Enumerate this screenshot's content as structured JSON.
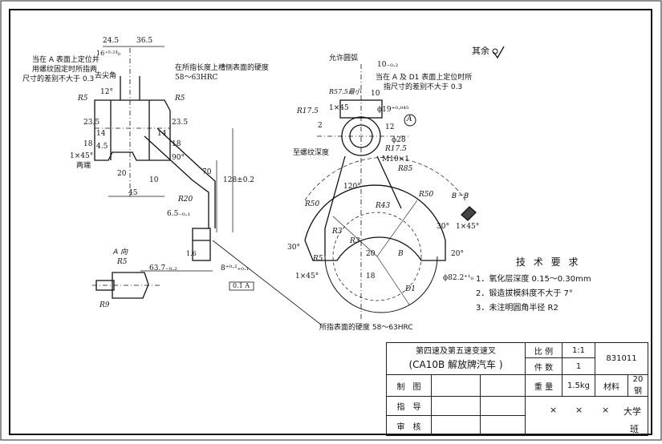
{
  "labels": {
    "roughness_rest": "其余",
    "note_left_a": "当在 A 表面上定位并",
    "note_left_b": "用螺纹固定时所指两",
    "note_left_c": "尺寸的差别不大于 0.3",
    "note_groove_a": "在所指长度上槽侧表面的硬度",
    "note_groove_b": "58～63HRC",
    "note_right_a": "当在 A 及 D1 表面上定位时所",
    "note_right_b": "指尺寸的差别不大于 0.3",
    "allow_arc": "允许圆弧",
    "thread_depth": "至螺纹深度",
    "deburr": "去尖角",
    "both_ends": "两端",
    "hardness_bottom": "所指表面的硬度 58～63HRC",
    "view_a": "A 向",
    "section_bb": "B－B"
  },
  "dims_left": {
    "d24_5": "24.5",
    "d36_5": "36.5",
    "d16": "16⁺⁰·²⁴₀",
    "d12deg": "12°",
    "r5a": "R5",
    "r5b": "R5",
    "d23_5a": "23.5",
    "d23_5b": "23.5",
    "d14a": "14",
    "d14b": "14",
    "d18a": "18",
    "d18b": "18",
    "d4_5": "4.5",
    "chamfer": "1×45°",
    "d20": "20",
    "d45": "45",
    "d10": "10",
    "d90": "90°",
    "d70": "70",
    "d128": "128±0.2",
    "r20": "R20",
    "d6_5": "6.5₋₀.₁",
    "d1_6": "1.6",
    "d8": "8⁺⁰·²₊₀.₁",
    "d63_7": "63.7₋₀.₂",
    "r5c": "R5",
    "r9": "R9",
    "tol": "0.1 A"
  },
  "dims_right": {
    "d10": "10₋₀.₂",
    "r57_5": "R57.5最小",
    "d10v": "10",
    "r17_5a": "R17.5",
    "x45": "1×45",
    "d2": "2",
    "d19": "ϕ19⁺⁰·⁰⁴⁵",
    "datum_a": "A",
    "d12": "12",
    "d28": "ϕ28",
    "r17_5b": "R17.5",
    "m10": "M10×1",
    "r85": "R85",
    "d120": "120°",
    "r50a": "R50",
    "r43": "R43",
    "r50b": "R50",
    "d30a": "30°",
    "d30b": "30°",
    "d20deg": "20°",
    "r3a": "R3",
    "r3b": "R3",
    "d20": "20",
    "d18": "18",
    "b": "B",
    "r5": "R5",
    "chamfer": "1×45°",
    "d82": "ϕ82.2⁺¹₀",
    "d1": "D1",
    "sec_chamfer": "1×45°"
  },
  "requirements": {
    "title": "技 术 要 求",
    "items": [
      "1．氧化层深度 0.15～0.30mm",
      "2．锻造拔模斜度不大于 7°",
      "3．未注明圆角半径 R2"
    ]
  },
  "title_block": {
    "part_name": "第四速及第五速变速叉",
    "model": "(CA10B  解放牌汽车  )",
    "scale_label": "比 例",
    "scale_value": "1:1",
    "qty_label": "件 数",
    "qty_value": "1",
    "weight_label": "重 量",
    "weight_value": "1.5kg",
    "material_label": "材料",
    "material_value": "20 钢",
    "drawing_no": "831011",
    "drawn_label": "制　图",
    "checked_label": "指　导",
    "approved_label": "审　核",
    "sig_x1": "×",
    "sig_x2": "×",
    "sig_x3": "×",
    "school": "大学",
    "class": "班"
  }
}
